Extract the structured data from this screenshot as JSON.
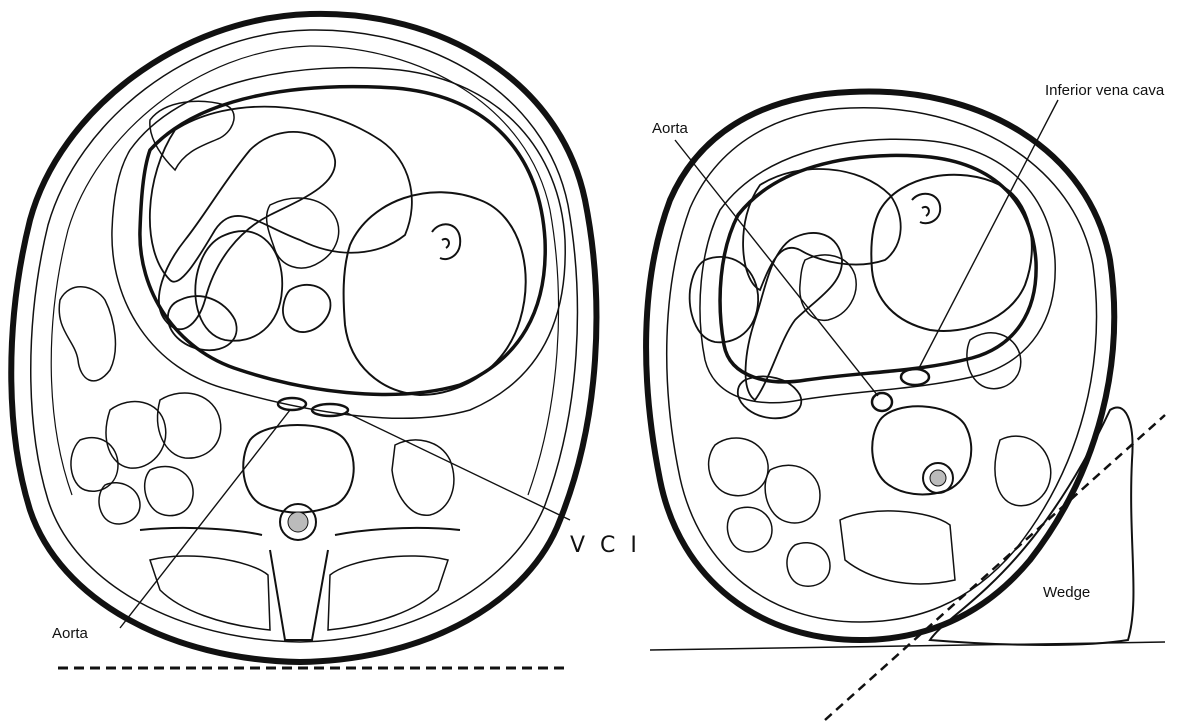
{
  "figure": {
    "left_panel": {
      "label_aorta": "Aorta",
      "label_vci": "V C I"
    },
    "right_panel": {
      "label_aorta": "Aorta",
      "label_ivc": "Inferior vena cava",
      "label_wedge": "Wedge"
    }
  }
}
